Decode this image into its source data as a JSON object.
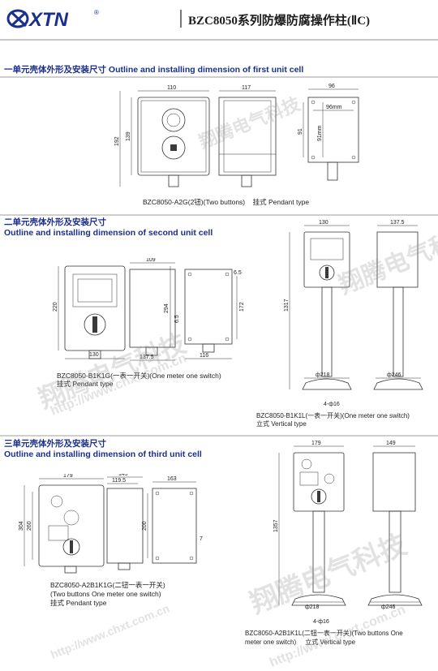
{
  "header": {
    "logo_text": "XTN",
    "registered_mark": "®",
    "title": "BZC8050系列防爆防腐操作柱(ⅡC)"
  },
  "section1": {
    "heading": "一单元壳体外形及安装尺寸 Outline and installing dimension of first unit cell",
    "caption_model": "BZC8050-A2G(2钮)(Two buttons)",
    "caption_type": "挂式 Pendant type",
    "dims": {
      "w110": "110",
      "d117": "117",
      "d96": "96",
      "d96mm": "96mm",
      "h139": "139",
      "h192": "192",
      "h91": "91",
      "h91mm": "91mm"
    }
  },
  "section2": {
    "heading_cn": "二单元壳体外形及安装尺寸",
    "heading_en": "Outline and installing dimension of second unit cell",
    "caption_pendant_model": "BZC8050-B1K1G(一表一开关)(One meter one switch)",
    "caption_pendant_type": "挂式 Pendant type",
    "caption_vertical_model": "BZC8050-B1K1L(一表一开关)(One meter one switch)",
    "caption_vertical_type": "立式 Vertical type",
    "dims": {
      "w130": "130",
      "d109": "109",
      "d6_5a": "6.5",
      "h220": "220",
      "h294": "294",
      "d137_5": "137.5",
      "w116": "116",
      "h172": "172",
      "d6_5b": "6.5",
      "h1317": "1317",
      "d218": "ф218",
      "d246": "ф246",
      "holes": "4-ф16",
      "v130": "130",
      "v137_5": "137.5"
    }
  },
  "section3": {
    "heading_cn": "三单元壳体外形及安装尺寸",
    "heading_en": "Outline and installing dimension of third unit cell",
    "caption_pendant_model": "BZC8050-A2B1K1G(二钮一表一开关)",
    "caption_pendant_desc": "(Two buttons One meter one switch)",
    "caption_pendant_type": "挂式 Pendant type",
    "caption_vertical_model": "BZC8050-A2B1K1L(二钮一表一开关)(Two buttons One",
    "caption_vertical_desc": "meter one switch)",
    "caption_vertical_type": "立式 Vertical type",
    "dims": {
      "w179": "179",
      "d149": "149",
      "d119_5": "119.5",
      "w163": "163",
      "h304": "304",
      "h260": "260",
      "h200": "200",
      "d7": "7",
      "v179": "179",
      "v149": "149",
      "h1357": "1357",
      "d218": "ф218",
      "d246": "ф246",
      "holes": "4-ф16"
    }
  },
  "watermark": {
    "cn": "翔腾电气科技",
    "url": "http://www.chxt.com.cn"
  },
  "colors": {
    "heading": "#1b2f8c",
    "logo": "#1b2f8c",
    "rule": "#c8c8c8"
  }
}
